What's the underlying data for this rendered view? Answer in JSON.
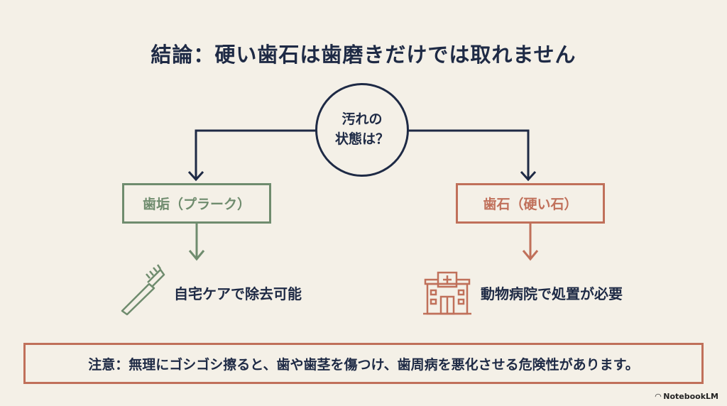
{
  "title": "結論：硬い歯石は歯磨きだけでは取れません",
  "question": {
    "line1": "汚れの",
    "line2": "状態は？"
  },
  "left": {
    "label": "歯垢（プラーク）",
    "result": "自宅ケアで除去可能",
    "icon": "toothbrush-icon",
    "color": "#6f8c6e"
  },
  "right": {
    "label": "歯石（硬い石）",
    "result": "動物病院で処置が必要",
    "icon": "hospital-icon",
    "color": "#c0705a"
  },
  "warning": "注意：無理にゴシゴシ擦ると、歯や歯茎を傷つけ、歯周病を悪化させる危険性があります。",
  "brand": "NotebookLM",
  "colors": {
    "ink": "#1e2a45",
    "background": "#f4f0e7"
  }
}
